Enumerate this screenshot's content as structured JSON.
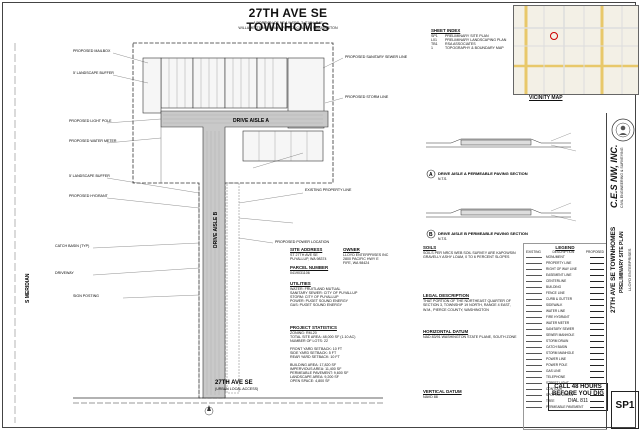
{
  "title": "27TH AVE SE TOWNHOMES",
  "subtitle_lines": [
    "A PORTION OF NE 1/4 SEC. 3, T19N, R4E",
    "WILLAMETTE MERIDIAN, PIERCE COUNTY, WASHINGTON"
  ],
  "sheet_index": {
    "heading": "SHEET INDEX",
    "rows": [
      {
        "code": "SP1",
        "desc": "PRELIMINARY SITE PLAN"
      },
      {
        "code": "L01",
        "desc": "PRELIMINARY LANDSCAPING PLAN"
      },
      {
        "code": "TB1",
        "desc": "RSA ASSOCIATES"
      },
      {
        "code": "1",
        "desc": "TOPOGRAPHY & BOUNDARY MAP"
      }
    ]
  },
  "vicinity_map": {
    "title": "VICINITY MAP"
  },
  "plan_labels": {
    "drive_aisle_a": "DRIVE AISLE A",
    "drive_aisle_b": "DRIVE AISLE B",
    "street_bottom": "27TH AVE SE",
    "street_bottom_sub": "(URBAN LOCAL ACCESS)",
    "street_left": "S MERIDIAN",
    "callouts": [
      "PROPOSED MAILBOX",
      "5' LANDSCAPE BUFFER",
      "PROPOSED LIGHT POLE",
      "PROPOSED WATER METER",
      "5' LANDSCAPE BUFFER",
      "PROPOSED HYDRANT",
      "CATCH BASIN (TYP)",
      "DRIVEWAY",
      "SIGN POSTING",
      "PROPOSED SANITARY SEWER LINE",
      "PROPOSED STORM LINE",
      "EXISTING PROPERTY LINE",
      "PROPOSED POWER LOCATION"
    ]
  },
  "sections": {
    "a_title": "DRIVE AISLE A PERMEABLE PAVING SECTION",
    "b_title": "DRIVE AISLE B PERMEABLE PAVING SECTION",
    "scale": "N.T.S."
  },
  "site_address": {
    "heading": "SITE ADDRESS",
    "lines": [
      "ST 27TH AVE SE",
      "PUYALLUP, WA 98374"
    ]
  },
  "owner": {
    "heading": "OWNER",
    "lines": [
      "LLOYD ENTERPRISES INC",
      "2800 PACIFIC HWY E",
      "FIFE, WA 98424"
    ]
  },
  "parcel": {
    "heading": "PARCEL NUMBER",
    "value": "0419031106"
  },
  "utilities": {
    "heading": "UTILITIES",
    "rows": [
      "WATER: FRUITLAND MUTUAL",
      "SANITARY SEWER: CITY OF PUYALLUP",
      "STORM: CITY OF PUYALLUP",
      "POWER: PUGET SOUND ENERGY",
      "GAS: PUGET SOUND ENERGY"
    ]
  },
  "project_stats": {
    "heading": "PROJECT STATISTICS",
    "rows": [
      "ZONING: RM-20",
      "TOTAL SITE AREA: 48,000 SF (1.10 AC)",
      "NUMBER OF LOTS: 22",
      "FRONT YARD SETBACK: 10 FT",
      "SIDE YARD SETBACK: 5 FT",
      "REAR YARD SETBACK: 10 FT",
      "BUILDING AREA: 17,820 SF",
      "IMPERVIOUS AREA: 11,400 SF",
      "PERMEABLE PAVEMENT: 9,600 SF",
      "LANDSCAPE AREA: 9,200 SF",
      "OPEN SPACE: 4,800 SF"
    ]
  },
  "soils": {
    "heading": "SOILS",
    "text": "SOILS PER NRCS WEB SOIL SURVEY ARE KAPOWSIN GRAVELLY ASHY LOAM, 0 TO 6 PERCENT SLOPES"
  },
  "legal_description": {
    "heading": "LEGAL DESCRIPTION",
    "text": "THAT PORTION OF THE NORTHEAST QUARTER OF SECTION 3, TOWNSHIP 19 NORTH, RANGE 4 EAST, W.M., PIERCE COUNTY, WASHINGTON"
  },
  "horizontal_datum": {
    "heading": "HORIZONTAL DATUM",
    "text": "NAD 83/91 WASHINGTON STATE PLANE, SOUTH ZONE"
  },
  "vertical_datum": {
    "heading": "VERTICAL DATUM",
    "text": "NAVD 88"
  },
  "legend": {
    "heading": "LEGEND",
    "columns": [
      "EXISTING",
      "DESCRIPTION",
      "PROPOSED"
    ],
    "rows": [
      "MONUMENT",
      "PROPERTY LINE",
      "RIGHT OF WAY LINE",
      "EASEMENT LINE",
      "CENTERLINE",
      "BUILDING",
      "FENCE LINE",
      "CURB & GUTTER",
      "SIDEWALK",
      "WATER LINE",
      "FIRE HYDRANT",
      "WATER METER",
      "SANITARY SEWER",
      "SEWER MANHOLE",
      "STORM DRAIN",
      "CATCH BASIN",
      "STORM MANHOLE",
      "POWER LINE",
      "POWER POLE",
      "GAS LINE",
      "TELEPHONE",
      "STREET LIGHT",
      "CONTOUR",
      "SPOT ELEVATION",
      "TREE",
      "PERMEABLE PAVEMENT"
    ]
  },
  "title_block": {
    "firm": "C.E.S NW, INC.",
    "firm_sub": "CIVIL ENGINEERING & SURVEYING",
    "project": "27TH AVE SE TOWNHOMES",
    "sheet_name": "PRELIMINARY SITE PLAN",
    "client": "LLOYD ENTERPRISES"
  },
  "call_before_dig": {
    "line1": "CALL 48 HOURS",
    "line2": "BEFORE YOU DIG",
    "line3": "DIAL 811"
  },
  "sheet_number": "SP1",
  "colors": {
    "line": "#222222",
    "pavement": "#bdbdbd",
    "map_road": "#e8c86a",
    "map_bg": "#f3f0e6"
  }
}
